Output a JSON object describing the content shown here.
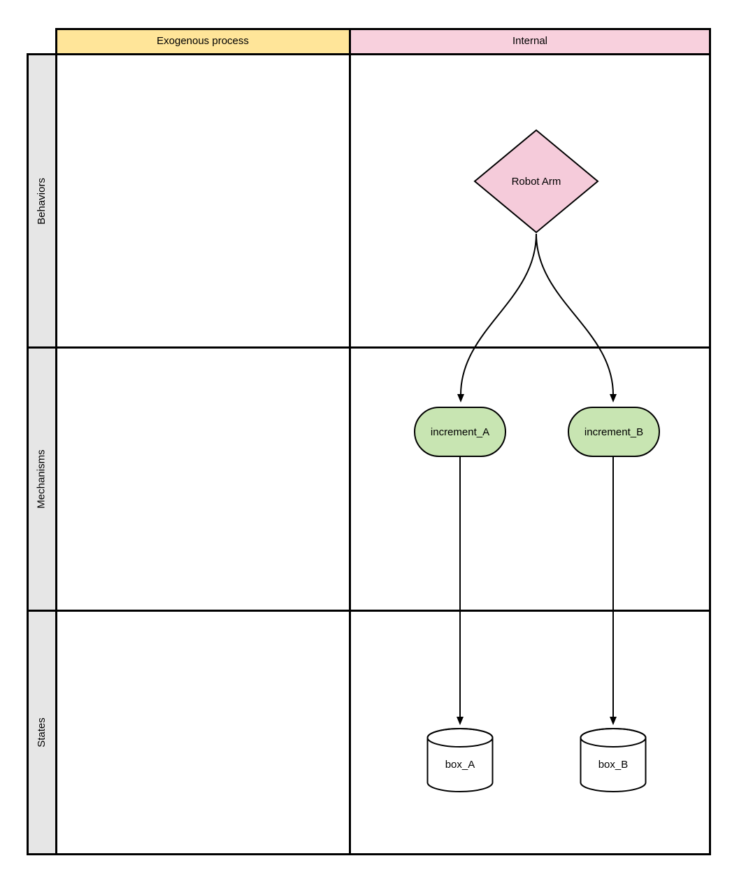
{
  "diagram": {
    "column_headers": [
      {
        "label": "Exogenous process",
        "color": "#FFE599"
      },
      {
        "label": "Internal",
        "color": "#F8D0DD"
      }
    ],
    "row_headers": [
      {
        "label": "Behaviors"
      },
      {
        "label": "Mechanisms"
      },
      {
        "label": "States"
      }
    ],
    "nodes": {
      "robot_arm": {
        "label": "Robot Arm",
        "shape": "diamond",
        "fill": "#F5CBDA",
        "row": "Behaviors",
        "column": "Internal"
      },
      "increment_a": {
        "label": "increment_A",
        "shape": "rounded-rect",
        "fill": "#C8E5B2",
        "row": "Mechanisms",
        "column": "Internal"
      },
      "increment_b": {
        "label": "increment_B",
        "shape": "rounded-rect",
        "fill": "#C8E5B2",
        "row": "Mechanisms",
        "column": "Internal"
      },
      "box_a": {
        "label": "box_A",
        "shape": "cylinder",
        "fill": "#FFFFFF",
        "row": "States",
        "column": "Internal"
      },
      "box_b": {
        "label": "box_B",
        "shape": "cylinder",
        "fill": "#FFFFFF",
        "row": "States",
        "column": "Internal"
      }
    },
    "edges": [
      {
        "from": "Robot Arm",
        "to": "increment_A",
        "style": "curved-arrow"
      },
      {
        "from": "Robot Arm",
        "to": "increment_B",
        "style": "curved-arrow"
      },
      {
        "from": "increment_A",
        "to": "box_A",
        "style": "straight-arrow"
      },
      {
        "from": "increment_B",
        "to": "box_B",
        "style": "straight-arrow"
      }
    ],
    "colors": {
      "grid_line": "#000000",
      "row_label_bg": "#E6E6E6",
      "header_exogenous_bg": "#FFE599",
      "header_internal_bg": "#F8D0DD",
      "mechanism_node_bg": "#C8E5B2",
      "behavior_node_bg": "#F5CBDA",
      "state_node_bg": "#FFFFFF"
    }
  }
}
